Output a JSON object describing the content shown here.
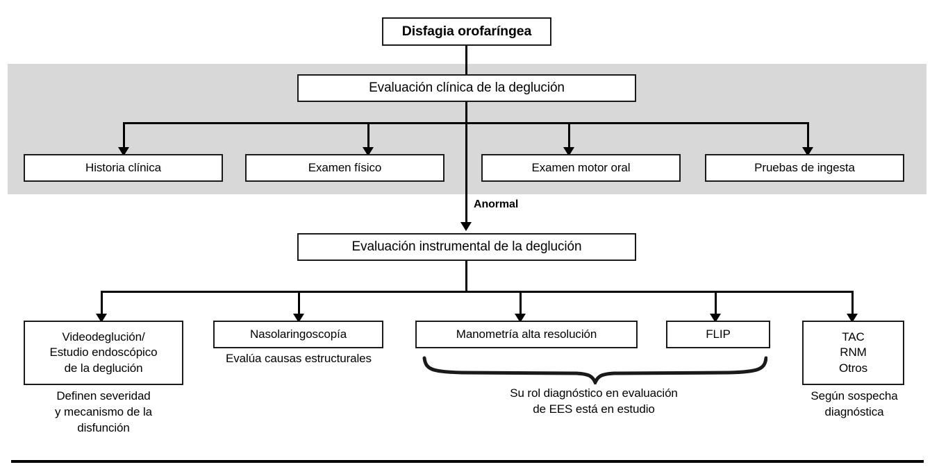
{
  "figure": {
    "type": "flowchart",
    "language": "es",
    "title_node": "Disfagia orofaríngea",
    "band_color": "#d8d8d8",
    "line_color": "#000000",
    "box_fill": "#ffffff"
  },
  "nodes": {
    "root": {
      "label": "Disfagia orofaríngea"
    },
    "clinical_eval": {
      "label": "Evaluación clínica de la deglución"
    },
    "clinical_children": [
      {
        "label": "Historia clínica"
      },
      {
        "label": "Examen físico"
      },
      {
        "label": "Examen motor oral"
      },
      {
        "label": "Pruebas de ingesta"
      }
    ],
    "abnormal_label": "Anormal",
    "instrumental_eval": {
      "label": "Evaluación instrumental de la deglución"
    },
    "instrumental_children": [
      {
        "label": "Videodeglución/\nEstudio endoscópico\nde la deglución",
        "caption": "Definen severidad\ny mecanismo de la\ndisfunción"
      },
      {
        "label": "Nasolaringoscopía",
        "caption": "Evalúa causas estructurales"
      },
      {
        "label": "Manometría alta resolución",
        "caption": ""
      },
      {
        "label": "FLIP",
        "caption": ""
      },
      {
        "label": "TAC\nRNM\nOtros",
        "caption": "Según sospecha\ndiagnóstica"
      }
    ],
    "brace_caption": "Su rol diagnóstico en evaluación\nde EES está en estudio"
  }
}
